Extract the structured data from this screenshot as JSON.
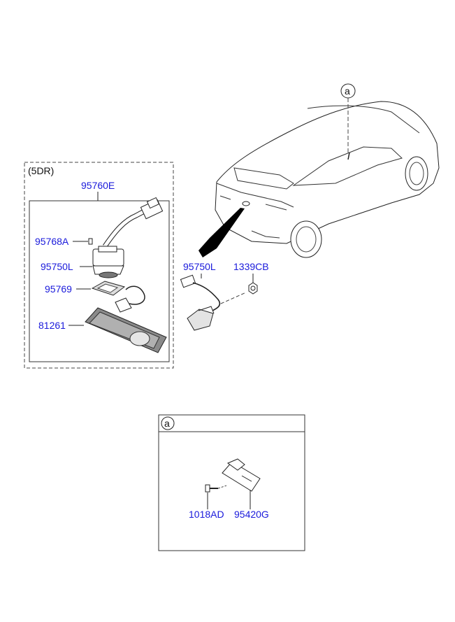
{
  "variant_label": "(5DR)",
  "detail_marker": "a",
  "parts": {
    "assembly": "95760E",
    "screw": "95768A",
    "camera_left": "95750L",
    "gasket": "95769",
    "lamp": "81261",
    "camera_single": "95750L",
    "nut": "1339CB",
    "bolt": "1018AD",
    "bracket": "95420G"
  },
  "colors": {
    "label": "#1a1adb",
    "line": "#222222"
  }
}
